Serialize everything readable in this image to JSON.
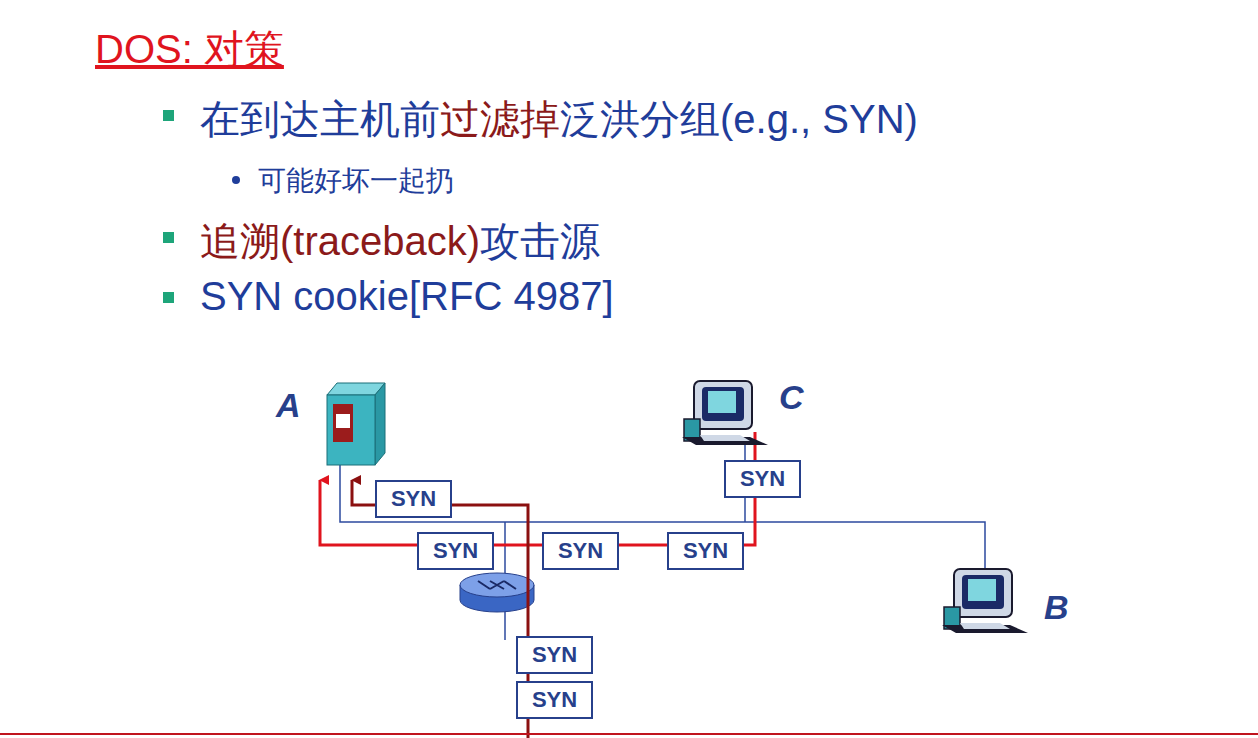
{
  "diagram": {
    "title": "DOS: 对策",
    "nodes": [
      {
        "text": [
          "SYN"
        ]
      },
      {
        "text": [
          "SYN"
        ]
      },
      {
        "text": [
          "SYN"
        ]
      },
      {
        "text": [
          "SYN"
        ]
      },
      {
        "text": [
          "SYN"
        ]
      },
      {
        "text": [
          "SYN"
        ]
      },
      {
        "text": [
          "SYN"
        ]
      }
    ],
    "labels": [
      "在到达主机前",
      "过滤掉",
      "泛洪分组(e.g., SYN)",
      "可能好坏一起扔",
      "追溯(traceback)",
      "攻击源",
      "SYN cookie[RFC 4987]",
      "A",
      "C",
      "B"
    ]
  }
}
